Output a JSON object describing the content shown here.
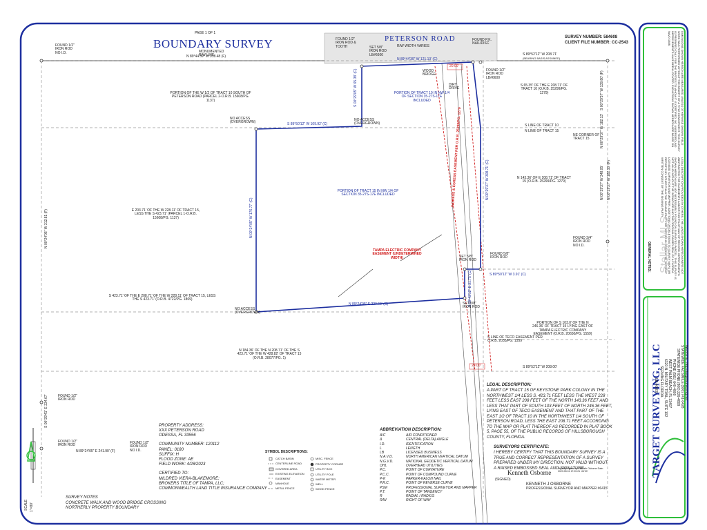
{
  "header": {
    "page_label": "PAGE 1 OF 1",
    "title": "BOUNDARY SURVEY",
    "road_name": "PETERSON ROAD",
    "road_width": "R/W WIDTH VARIES",
    "survey_number": "SURVEY NUMBER: 584608",
    "client_file_number": "CLIENT FILE NUMBER: CC-2543"
  },
  "bearings": {
    "north_boundary": "N 89°44'39\" W 318.48 (F)",
    "north_boundary_2": "N 89°44'39\" W 121.13' (C)",
    "north_east": "S 89°52'12\" W 208.71'",
    "north_east_sub": "(BEARING BASIS ASSUMED)",
    "inner_north": "S 89°50'12\" W 109.92' (C)",
    "inner_south": "N 89°24'05\" E 229.58' (C)",
    "inner_west": "N 00°24'05\" W 176.77' (C)",
    "inner_east": "N 00°29'37\" W 308.71' (C)",
    "small_east": "S 89°50'12\" W 3.91' (C)",
    "small_south": "S 00°43'12\" E 31.75' (C)",
    "top_left_vertical": "S 00°29'05\" W 65.38' (C)",
    "west_boundary": "N 00°24'05\" W 312.81 (F)",
    "sw_boundary": "N 89°24'05\" E 241.90' (F)",
    "sw_vertical": "S 00°29'41\" E 234.67'",
    "south_east": "S 89°52'12\" W 208.00'",
    "east_1": "S 00°29'37\" W 139.80' (F)",
    "east_2": "N 00°29'37\" W 182.13'",
    "east_3": "N 00°29'37\" W 348.05'",
    "east_4": "N 00°29'37\" W 182.10' (F)",
    "dist_20": "20.00'",
    "dist_29": "29.00'"
  },
  "parcels": {
    "p1": "PORTION OF THE W 1/2 OF TRACT 10 SOUTH OF PETERSON ROAD (PARCEL 2-O.R.B. 15608/PG. 1137)",
    "p2": "PORTION OF TRACT 10 IN NW 1/4 OF SECTION 35-27S-17E INCLUDED",
    "p3": "S 65.35' OF THE E 208.71' OF TRACT 10 (O.R.B. 25299/PG. 1279)",
    "p4": "PORTION OF TRACT 15 IN NW 1/4 OF SECTION 35-27S-17E INCLUDED",
    "p5": "N 143.36' OF E 208.71' OF TRACT 15 (O.R.B. 25299/PG. 1279)",
    "p6": "E 203.71' OF THE W 228.11' OF TRACT 15, LESS THE S 423.71' (PARCEL 1-O.R.B. 15608/PG. 1137)",
    "p7": "S 423.71' OF THE E 208.71' OF THE W 228.11' OF TRACT 15, LESS THE S 423.71' (O.R.B. 4722/PG. 1869)",
    "p8": "PORTION OF S 103.0' OF THE N 246.36' OF TRACT 15 LYING EAST OF TAMPA ELECTRIC COMPANY EASEMENT (O.R.B. 20650/PG. 1559)",
    "p9": "N 184.36' OF THE N 208.71' OF THE S 423.71' OF THE W 428.82' OF TRACT 15 (O.R.B. 28077/PG. 1)",
    "easement_red": "TAMPA ELECTRIC COMPANY EASEMENT (UNDETERMINED WIDTH)",
    "ingress": "INGRESS & EGRESS EASEMENT PER O.R.B. 25299/PG. 1279",
    "teco_line": "S LINE OF TECO EASEMENT PER O.R.B. 2035/PG. 1559",
    "s_line_10": "S LINE OF TRACT 10",
    "n_line_15": "N LINE OF TRACT 15",
    "ne_corner": "NE CORNER OF TRACT 15",
    "no_access": "NO ACCESS (OVERGROWN)",
    "monumented": "MONUMENTED R/W LINE",
    "wood_bridge": "WOOD BRIDGE",
    "dirt_drive": "DIRT DRIVE"
  },
  "markers": {
    "found_1": "FOUND 1/2\" IRON ROD NO I.D.",
    "found_2": "FOUND 1/2\" IRON ROD & TOOTH",
    "found_3": "FOUND P.K. NAIL/DISC",
    "found_4": "FOUND 1/2\" IRON ROD LB#6600",
    "set_1": "SET 5/8\" IRON ROD LB#6600",
    "set_2": "SET 5/8\" IRON ROD",
    "found_5": "FOUND 5/8\" IRON ROD",
    "found_6": "FOUND 3/4\" IRON ROD NO I.D.",
    "found_7": "FOUND 1/2\" IRON ROD"
  },
  "property": {
    "address_label": "PROPERTY ADDRESS:",
    "address_1": "XXX PETERSON ROAD",
    "address_2": "ODESSA, FL 33556",
    "community": "COMMUNITY NUMBER: 120112",
    "panel": "PANEL: 0180",
    "suffix": "SUFFIX: H",
    "flood": "FLOOD ZONE: AE",
    "field_work": "FIELD WORK: 4/28/2023",
    "certified_label": "CERTIFIED TO:",
    "cert_1": "MILDRED VIERA-BLAKEMORE;",
    "cert_2": "BROKERS TITLE OF TAMPA, LLC;",
    "cert_3": "COMMONWEALTH LAND TITLE INSURANCE COMPANY"
  },
  "survey_notes": {
    "label": "SURVEY NOTES",
    "line1": "CONCRETE WALK AND WOOD BRIDGE CROSSING",
    "line2": "NORTHERLY PROPERTY BOUNDARY"
  },
  "scale": {
    "label": "SCALE",
    "value": "1\"=80'"
  },
  "symbols": {
    "heading": "SYMBOL DESCRIPTIONS:",
    "items": [
      "CATCH BASIN",
      "CENTERLINE ROAD",
      "COVERED AREA",
      "EXISTING ELEVATION",
      "EASEMENT",
      "MANHOLE",
      "METAL FENCE",
      "MISC. FENCE",
      "PROPERTY CORNER",
      "UTILITY BOX",
      "UTILITY POLE",
      "WATER METER",
      "WELL",
      "WOOD FENCE"
    ]
  },
  "abbreviations": {
    "heading": "ABBREVIATION DESCRIPTION:",
    "rows": [
      [
        "A/C",
        "AIR CONDITIONER"
      ],
      [
        "Δ",
        "CENTRAL (DELTA) ANGLE"
      ],
      [
        "I.D.",
        "IDENTIFICATION"
      ],
      [
        "L",
        "LENGTH"
      ],
      [
        "LB",
        "LICENSED BUSINESS"
      ],
      [
        "N.A.V.D.",
        "NORTH AMERICAN VERTICAL DATUM"
      ],
      [
        "N.G.V.D.",
        "NATIONAL GEODETIC VERTICAL DATUM"
      ],
      [
        "OHL",
        "OVERHEAD UTILITIES"
      ],
      [
        "P.C.",
        "POINT OF CURVATURE"
      ],
      [
        "P.C.C.",
        "POINT OF COMPOUND CURVE"
      ],
      [
        "P-K",
        "PARKER-KALON NAIL"
      ],
      [
        "P.R.C.",
        "POINT OF REVERSE CURVE"
      ],
      [
        "PSM",
        "PROFESSIONAL SURVEYOR AND MAPPER"
      ],
      [
        "P.T.",
        "POINT OF TANGENCY"
      ],
      [
        "R",
        "RADIAL / RADIUS"
      ],
      [
        "R/W",
        "RIGHT OF WAY"
      ]
    ]
  },
  "legal": {
    "heading": "LEGAL DESCRIPTION:",
    "text": "A PART OF TRACT 15 OF KEYSTONE PARK COLONY IN THE NORTHWEST 1/4 LESS S. 423.71 FEET LESS THE WEST 228 FEET LESS EAST 208 FEET OF THE NORTH 143.36 FEET AND LESS THAT PART OF SOUTH 103 FEET OF NORTH 246.36 FEET, LYING EAST OF TECO EASEMENT AND THAT PART OF THE EAST 1/2 OF TRACT 10 IN THE NORTHWEST 1/4 SOUTH OF PETERSON ROAD, LESS THE EAST 208.71 FEET ACCORDING TO THE MAP OR PLAT THEREOF AS RECORDED IN PLAT BOOK 5, PAGE 55, OF THE PUBLIC RECORDS OF HILLSBOROUGH COUNTY, FLORIDA."
  },
  "certificate": {
    "heading": "SURVEYORS CERTIFICATE:",
    "text": "I HEREBY CERTIFY THAT THIS BOUNDARY SURVEY IS A TRUE AND CORRECT REPRESENTATION OF A SURVEY PREPARED UNDER MY DIRECTION. NOT VALID WITHOUT A RAISED EMBOSSED SEAL AND SIGNATURE.",
    "signature": "Kenneth Osborne",
    "digital": "Digitally signed by Kenneth Osborne Date: 2023.05.01 17:09:21 -04'00'",
    "signed_label": "(SIGNED)",
    "name": "KENNETH J OSBORNE",
    "title": "PROFESSIONAL SURVEYOR AND MAPPER #6415"
  },
  "sidebar": {
    "company": "TARGET SURVEYING, LLC",
    "lb": "LB #6600",
    "serving": "SERVING FLORIDA",
    "addr": "6320 N. MILITARY TRAIL, SUITE 102",
    "city": "WEST PALM BEACH, FL 33407",
    "phone": "PHONE (561) 640-4800",
    "statewide": "STATEWIDE PHONE (800) 226-4808",
    "fax": "STATEWIDE FACSIMILE (800) 741-0428",
    "website": "WEBSITE: http://targetsurveying.net",
    "general_notes_heading": "GENERAL NOTES:",
    "general_notes": "LEGAL DESCRIPTION PROVIDED BY OTHERS. THE LANDS SHOWN HEREON WERE NOT ABSTRACTED FOR EASEMENTS AND/OR RIGHTS-OF-WAY OF RECORD. IMPROVEMENTS SHOWN HEREON ARE NOT NECESSARILY FOUND ON SURVEYED PARCEL. THIS SURVEY IS NOT VALID WITHOUT THE SIGNATURE AND THE ORIGINAL RAISED SEAL OF A FLORIDA LICENSED SURVEYOR AND MAPPER. ADDITIONS OR DELETIONS TO SURVEY MAPS OR REPORTS BY OTHER THAN THE SIGNING PARTY OR PARTIES IS PROHIBITED WITHOUT WRITTEN CONSENT OF THE SIGNING PARTY.",
    "dimensions_note": "DIMENSIONS SHOWN HEREON ARE MEASURED UNLESS OTHERWISE SHOWN. FIELD WORK WAS PERFORMED WITHOUT THE BENEFIT OF A TITLE COMMITMENT. THIS SURVEY IS PREPARED ONLY FOR THE PARTIES TO WHOM IT IS CERTIFIED. NO UNDERGROUND IMPROVEMENTS HAVE BEEN LOCATED. ELEVATIONS SHOWN HEREON ARE BASED ON NAVD 1988.",
    "watermark": "Stellar MLS"
  },
  "colors": {
    "frame_blue": "#1d2f9f",
    "accent_green": "#2fbf3a",
    "easement_red": "#d01a1a"
  }
}
